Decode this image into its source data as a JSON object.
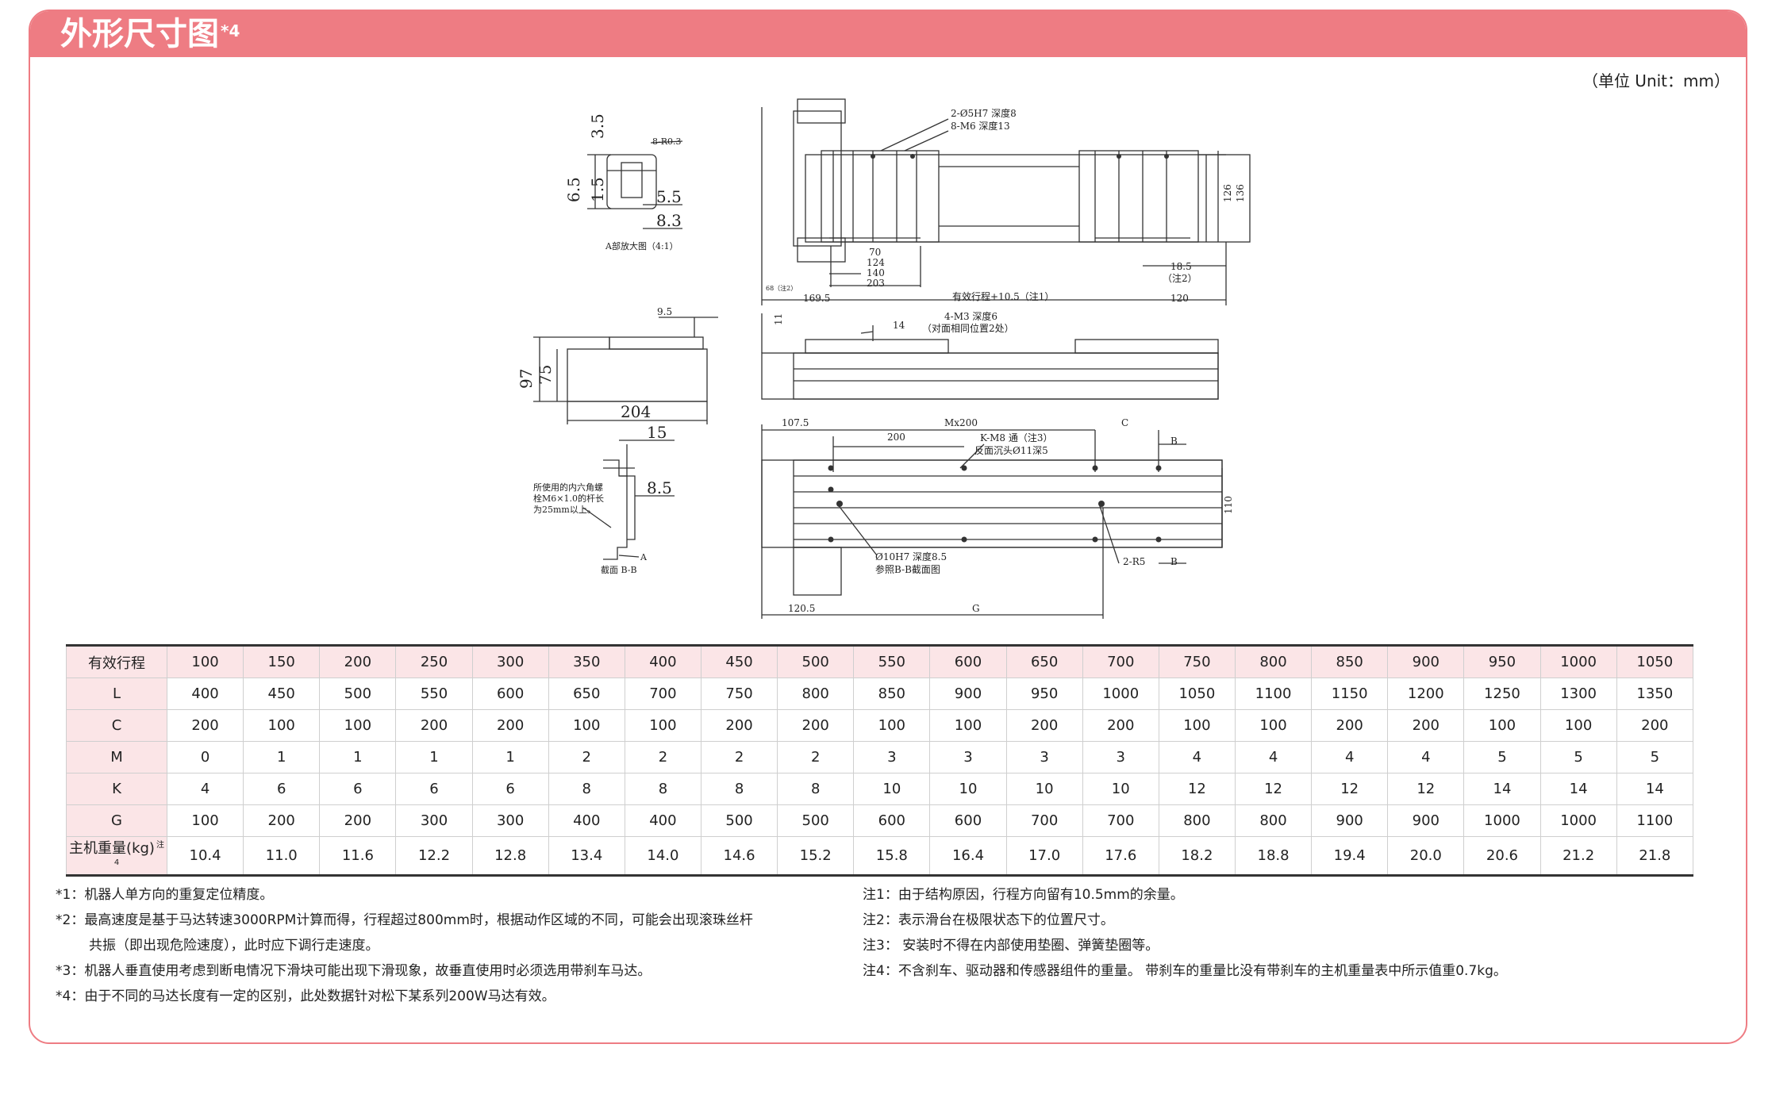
{
  "header": {
    "title": "外形尺寸图",
    "title_mark": "*4"
  },
  "unit_label": "（单位 Unit：mm）",
  "drawing": {
    "detailA": {
      "dim_3_5": "3.5",
      "dim_6_5": "6.5",
      "dim_1_5": "1.5",
      "dim_5_5": "5.5",
      "dim_8_3": "8.3",
      "radius": "8-R0.3",
      "caption": "A部放大图（4:1）"
    },
    "sideView": {
      "dim_9_5": "9.5",
      "dim_97": "97",
      "dim_75": "75",
      "dim_204": "204"
    },
    "sectionBB": {
      "dim_15": "15",
      "dim_8_5": "8.5",
      "note_line1": "所使用的内六角螺",
      "note_line2": "栓M6×1.0的杆长",
      "note_line3": "为25mm以上。",
      "label_a": "A",
      "caption": "截面 B-B"
    },
    "topView": {
      "pin_holes": "2-Ø5H7 深度8",
      "taps": "8-M6 深度13",
      "dim_70": "70",
      "dim_124": "124",
      "dim_140": "140",
      "dim_203": "203",
      "dim_68": "68（注2）",
      "dim_169_5": "169.5",
      "stroke_label": "有效行程+10.5（注1）",
      "dim_120": "120",
      "dim_18_5": "18.5",
      "note2": "（注2）",
      "dim_126": "126",
      "dim_136": "136"
    },
    "frontView": {
      "dim_11": "11",
      "m3": "4-M3 深度6",
      "m3_note": "（对面相同位置2处）",
      "dim_14": "14"
    },
    "bottomView": {
      "dim_107_5": "107.5",
      "dim_mx200": "Mx200",
      "dim_c": "C",
      "dim_200": "200",
      "k_m8": "K-M8 通（注3）",
      "counterbore": "反面沉头Ø11深5",
      "label_b": "B",
      "dim_110": "110",
      "pin_hole": "Ø10H7 深度8.5",
      "ref_section": "参照B-B截面图",
      "slot": "2-R5",
      "dim_120_5": "120.5",
      "dim_g": "G"
    }
  },
  "table": {
    "rows": [
      {
        "label": "有效行程",
        "values": [
          "100",
          "150",
          "200",
          "250",
          "300",
          "350",
          "400",
          "450",
          "500",
          "550",
          "600",
          "650",
          "700",
          "750",
          "800",
          "850",
          "900",
          "950",
          "1000",
          "1050"
        ]
      },
      {
        "label": "L",
        "values": [
          "400",
          "450",
          "500",
          "550",
          "600",
          "650",
          "700",
          "750",
          "800",
          "850",
          "900",
          "950",
          "1000",
          "1050",
          "1100",
          "1150",
          "1200",
          "1250",
          "1300",
          "1350"
        ]
      },
      {
        "label": "C",
        "values": [
          "200",
          "100",
          "100",
          "200",
          "200",
          "100",
          "100",
          "200",
          "200",
          "100",
          "100",
          "200",
          "200",
          "100",
          "100",
          "200",
          "200",
          "100",
          "100",
          "200"
        ]
      },
      {
        "label": "M",
        "values": [
          "0",
          "1",
          "1",
          "1",
          "1",
          "2",
          "2",
          "2",
          "2",
          "3",
          "3",
          "3",
          "3",
          "4",
          "4",
          "4",
          "4",
          "5",
          "5",
          "5"
        ]
      },
      {
        "label": "K",
        "values": [
          "4",
          "6",
          "6",
          "6",
          "6",
          "8",
          "8",
          "8",
          "8",
          "10",
          "10",
          "10",
          "10",
          "12",
          "12",
          "12",
          "12",
          "14",
          "14",
          "14"
        ]
      },
      {
        "label": "G",
        "values": [
          "100",
          "200",
          "200",
          "300",
          "300",
          "400",
          "400",
          "500",
          "500",
          "600",
          "600",
          "700",
          "700",
          "800",
          "800",
          "900",
          "900",
          "1000",
          "1000",
          "1100"
        ]
      },
      {
        "label": "主机重量(kg)",
        "mark": "注4",
        "values": [
          "10.4",
          "11.0",
          "11.6",
          "12.2",
          "12.8",
          "13.4",
          "14.0",
          "14.6",
          "15.2",
          "15.8",
          "16.4",
          "17.0",
          "17.6",
          "18.2",
          "18.8",
          "19.4",
          "20.0",
          "20.6",
          "21.2",
          "21.8"
        ]
      }
    ]
  },
  "notes_left": [
    "*1：机器人单方向的重复定位精度。",
    "*2：最高速度是基于马达转速3000RPM计算而得，行程超过800mm时，根据动作区域的不同，可能会出现滚珠丝杆",
    "共振（即出现危险速度），此时应下调行走速度。",
    "*3：机器人垂直使用考虑到断电情况下滑块可能出现下滑现象，故垂直使用时必须选用带刹车马达。",
    "*4：由于不同的马达长度有一定的区别，此处数据针对松下某系列200W马达有效。"
  ],
  "notes_right": [
    "注1：由于结构原因，行程方向留有10.5mm的余量。",
    "注2：表示滑台在极限状态下的位置尺寸。",
    "注3： 安装时不得在内部使用垫圈、弹簧垫圈等。",
    "注4：不含刹车、驱动器和传感器组件的重量。 带刹车的重量比没有带刹车的主机重量表中所示值重0.7kg。"
  ],
  "colors": {
    "accent": "#ee7c83",
    "header_cell": "#fbe5e7"
  }
}
